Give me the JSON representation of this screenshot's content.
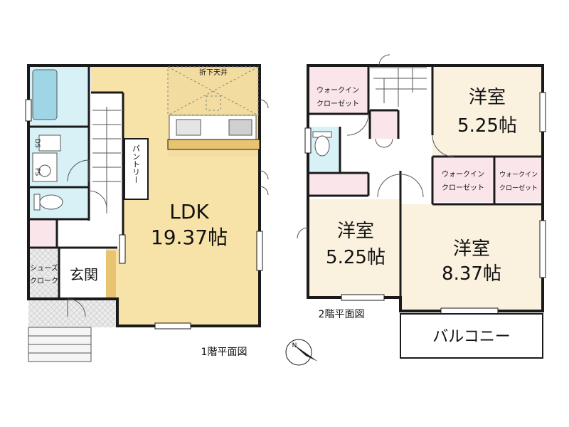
{
  "floor1": {
    "caption": "1階平面図",
    "ldk": {
      "name": "LDK",
      "size": "19.37帖"
    },
    "ceiling_label": "折下天井",
    "pantry_label": "パントリー",
    "entrance_label": "玄関",
    "shoe_closet_label_1": "シューズ",
    "shoe_closet_label_2": "クローク",
    "ds_label": "DS",
    "ps_label": "PS"
  },
  "floor2": {
    "caption": "2階平面図",
    "room_top_right": {
      "name": "洋室",
      "size": "5.25帖"
    },
    "room_left": {
      "name": "洋室",
      "size": "5.25帖"
    },
    "room_right": {
      "name": "洋室",
      "size": "8.37帖"
    },
    "wic_label_1": "ウォークイン",
    "wic_label_2": "クローゼット",
    "balcony_label": "バルコニー"
  },
  "compass": {
    "north_label": "N"
  },
  "colors": {
    "wall": "#1a1a1a",
    "ldk_floor": "#f7e2a8",
    "room_floor": "#faf1df",
    "wet_area": "#d7f1f7",
    "closet": "#fae6ea",
    "hall": "#ffffff",
    "tile": "#dddddd"
  }
}
